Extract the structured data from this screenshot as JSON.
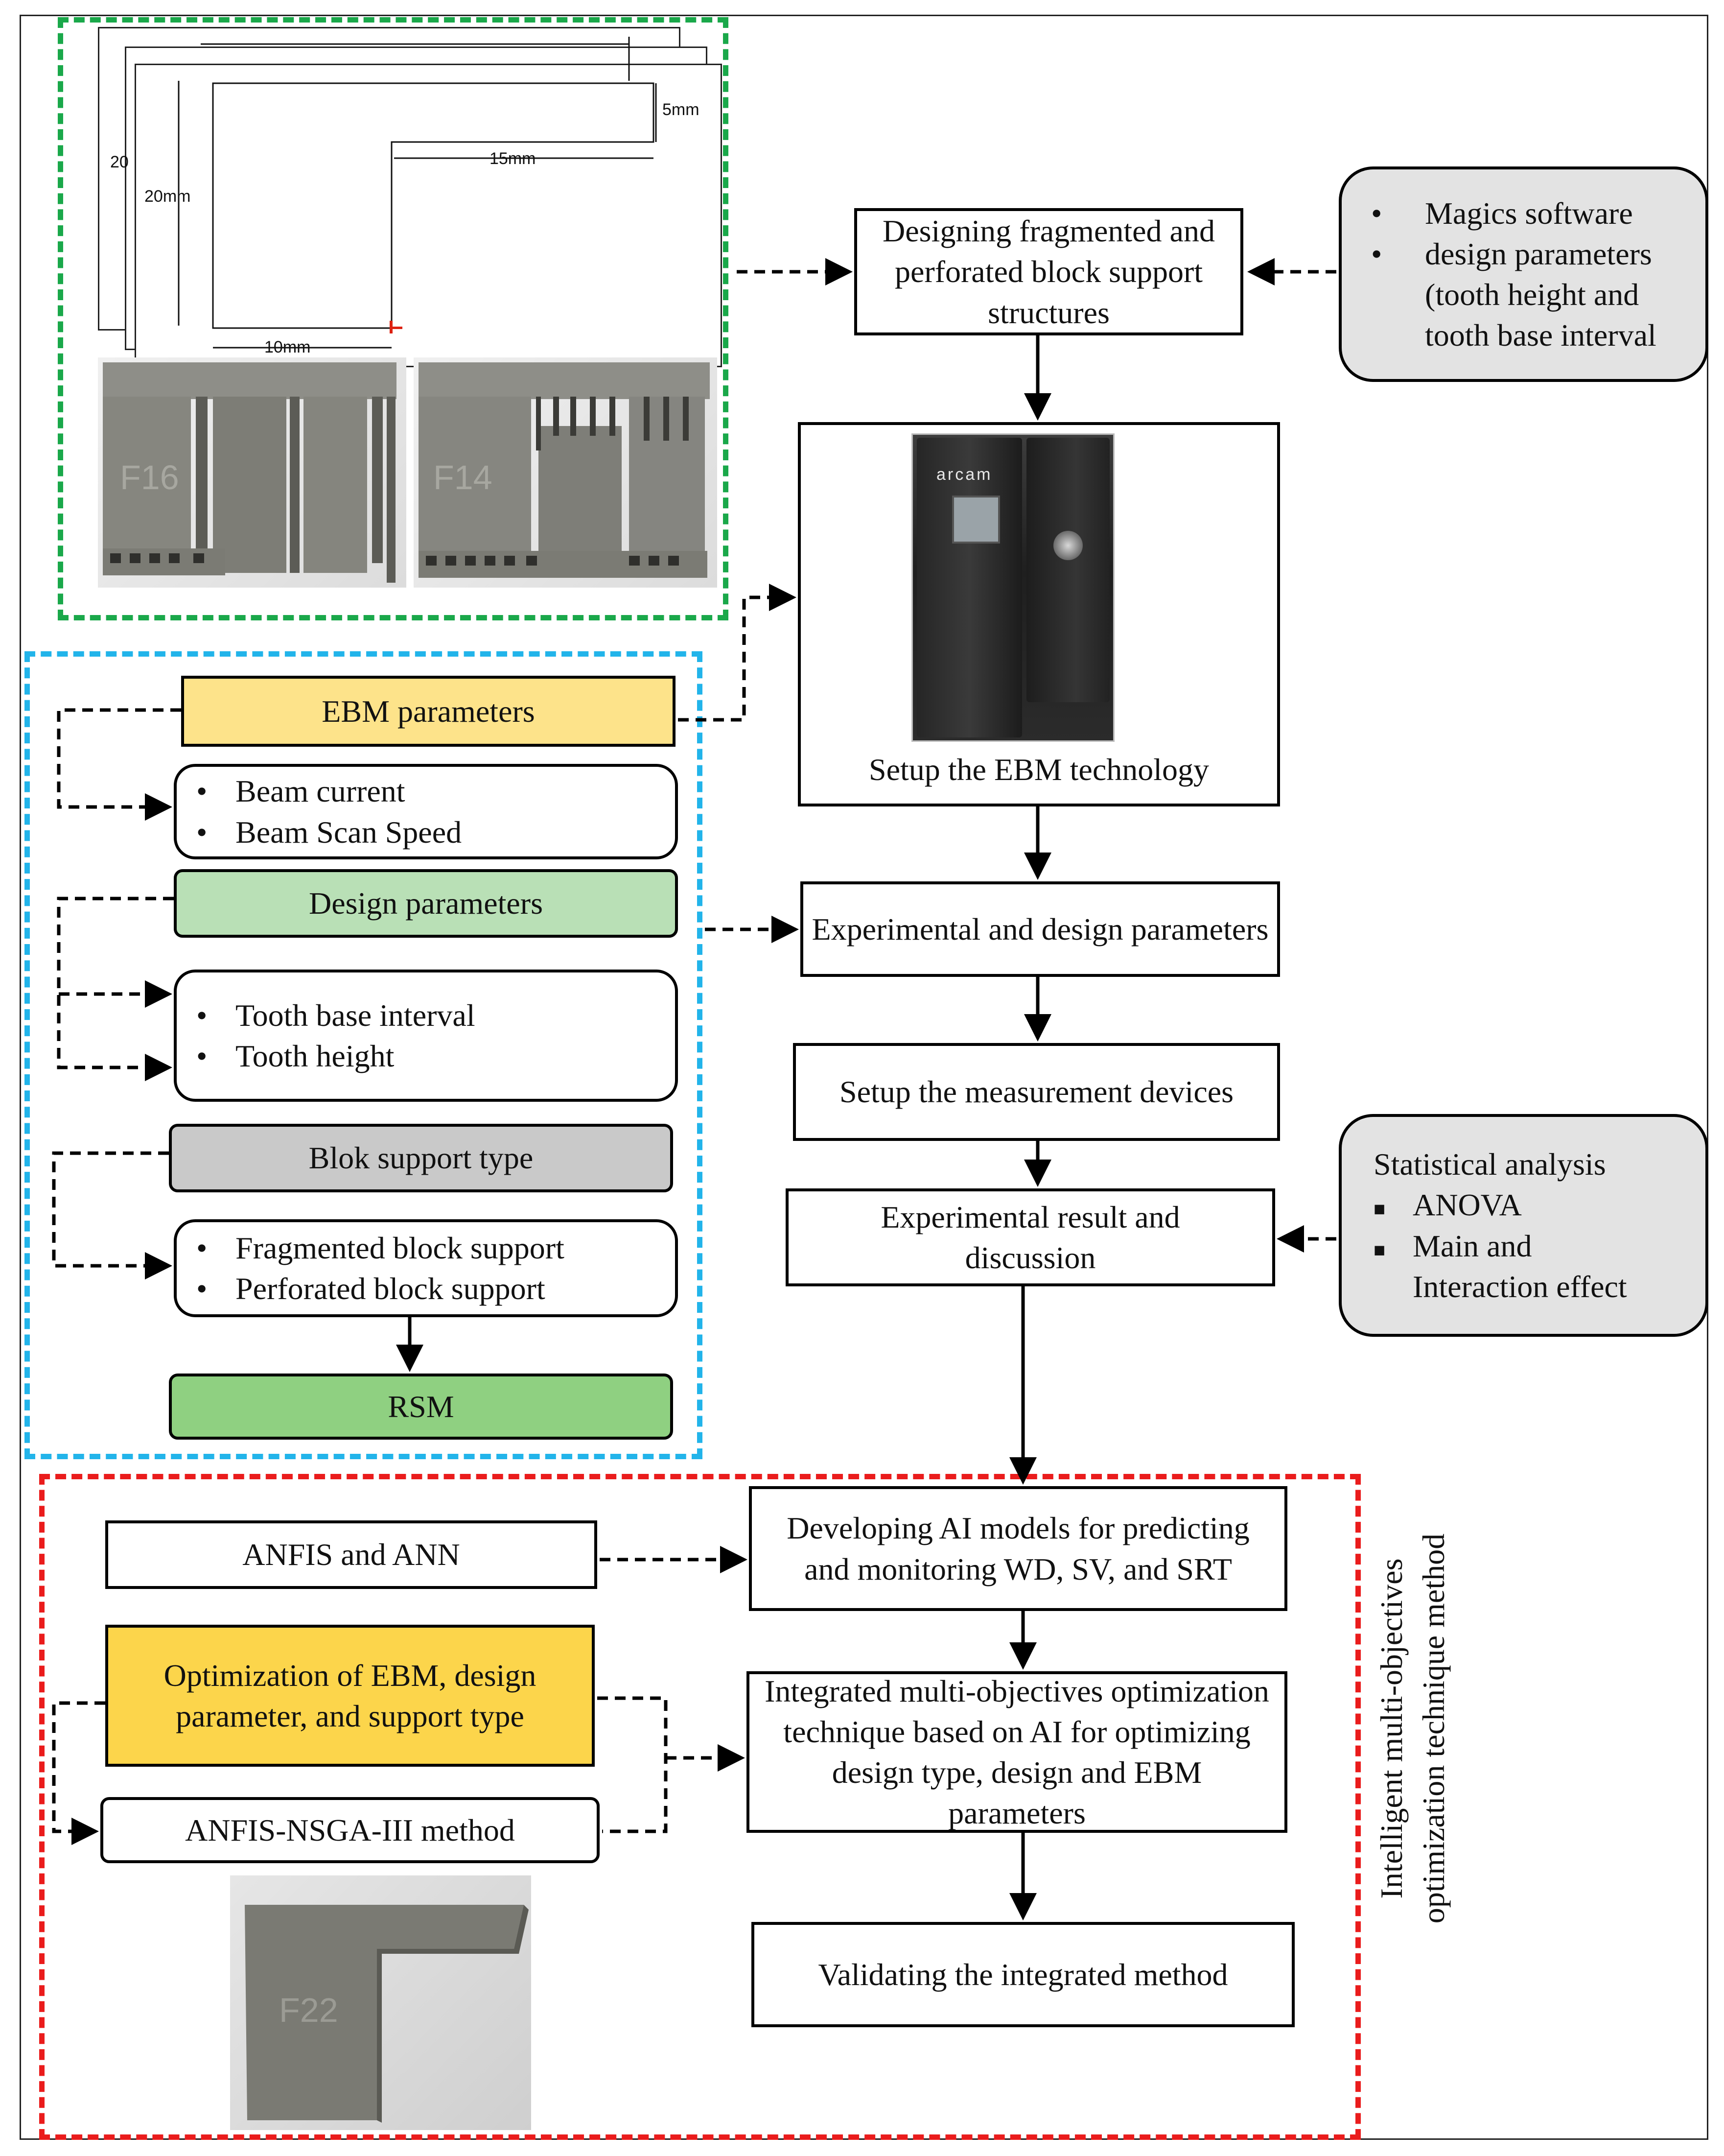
{
  "cad": {
    "dim_5mm": "5mm",
    "dim_15mm": "15mm",
    "dim_20mm": "20mm",
    "dim_20": "20",
    "dim_10mm": "10mm"
  },
  "photos": {
    "support_left_label": "F16",
    "support_right_label": "F14",
    "final_part_label": "F22",
    "machine_logo": "arcam"
  },
  "flow": {
    "design_box": "Designing fragmented and perforated block support structures",
    "setup_ebm": "Setup the EBM technology",
    "exp_design": "Experimental and design parameters",
    "setup_measure": "Setup the measurement devices",
    "exp_result": "Experimental result and discussion",
    "ai_models": "Developing AI models for predicting and monitoring WD, SV, and SRT",
    "integrated": "Integrated multi-objectives optimization technique based on AI for optimizing design type, design and EBM parameters",
    "validating": "Validating the integrated method"
  },
  "side_top": {
    "items": [
      "Magics software",
      "design parameters (tooth height and tooth base interval"
    ]
  },
  "side_stats": {
    "title": "Statistical analysis",
    "items": [
      "ANOVA",
      "Main and Interaction effect"
    ]
  },
  "left": {
    "ebm_title": "EBM parameters",
    "ebm_items": [
      "Beam current",
      "Beam Scan Speed"
    ],
    "design_title": "Design parameters",
    "design_items": [
      "Tooth base interval",
      "Tooth height"
    ],
    "support_title": "Blok support type",
    "support_items": [
      "Fragmented block support",
      "Perforated block support"
    ],
    "rsm": "RSM"
  },
  "bottom": {
    "anfis_ann": "ANFIS and ANN",
    "optimization": "Optimization of EBM, design parameter, and support type",
    "nsga": "ANFIS-NSGA-III method",
    "vertical_label_line1": "Intelligent multi-objectives",
    "vertical_label_line2": "optimization technique method"
  },
  "colors": {
    "green_dash": "#1aa84a",
    "blue_dash": "#22b4ea",
    "red_dash": "#ea1c1c",
    "ebm_fill": "#fde38a",
    "design_fill": "#b9e0b6",
    "support_fill": "#c9c9c9",
    "rsm_fill": "#8fd081",
    "optimization_fill": "#fcd54b",
    "side_fill": "#e3e3e3"
  }
}
